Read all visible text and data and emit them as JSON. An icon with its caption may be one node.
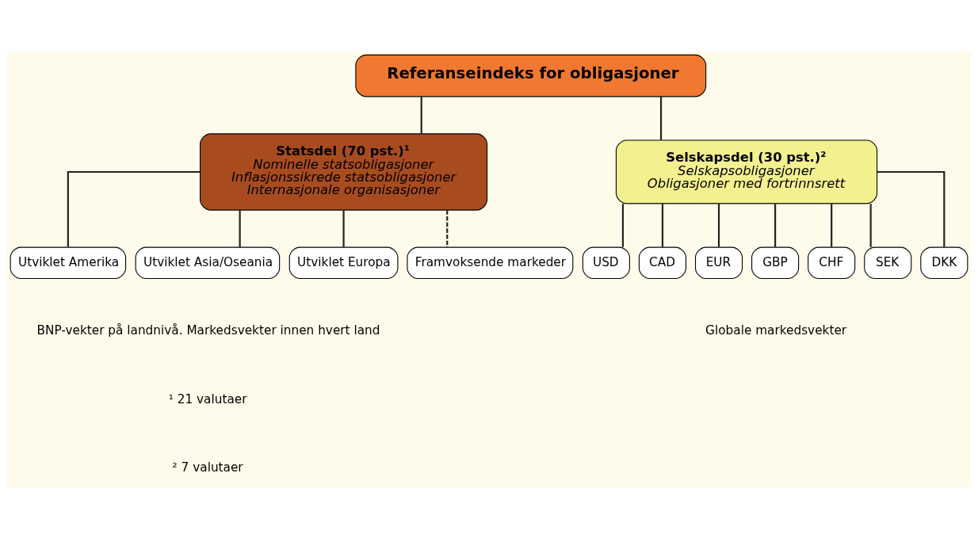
{
  "diagram": {
    "nodes": [
      {
        "text": [
          "Referanseindeks for obligasjoner"
        ]
      },
      {
        "text": [
          "Statsdel (70 pst.)¹",
          "Nominelle statsobligasjoner",
          "Inflasjonssikrede statsobligasjoner",
          "Internasjonale organisasjoner"
        ]
      },
      {
        "text": [
          "Selskapsdel (30 pst.)²",
          "Selskapsobligasjoner",
          "Obligasjoner med fortrinnsrett"
        ]
      },
      {
        "text": [
          "Utviklet Amerika"
        ]
      },
      {
        "text": [
          "Utviklet Asia/Oseania"
        ]
      },
      {
        "text": [
          "Utviklet Europa"
        ]
      },
      {
        "text": [
          "Framvoksende markeder"
        ]
      },
      {
        "text": [
          "USD"
        ]
      },
      {
        "text": [
          "CAD"
        ]
      },
      {
        "text": [
          "EUR"
        ]
      },
      {
        "text": [
          "GBP"
        ]
      },
      {
        "text": [
          "CHF"
        ]
      },
      {
        "text": [
          "SEK"
        ]
      },
      {
        "text": [
          "DKK"
        ]
      }
    ],
    "edges": [
      {
        "from": 0,
        "to": 1,
        "arrow": "none"
      },
      {
        "from": 0,
        "to": 2,
        "arrow": "none"
      },
      {
        "from": 1,
        "to": 3,
        "arrow": "none"
      },
      {
        "from": 1,
        "to": 4,
        "arrow": "none"
      },
      {
        "from": 1,
        "to": 5,
        "arrow": "none"
      },
      {
        "from": 1,
        "to": 6,
        "arrow": "none",
        "style": "dashed"
      },
      {
        "from": 2,
        "to": 7,
        "arrow": "none"
      },
      {
        "from": 2,
        "to": 8,
        "arrow": "none"
      },
      {
        "from": 2,
        "to": 9,
        "arrow": "none"
      },
      {
        "from": 2,
        "to": 10,
        "arrow": "none"
      },
      {
        "from": 2,
        "to": 11,
        "arrow": "none"
      },
      {
        "from": 2,
        "to": 12,
        "arrow": "none"
      },
      {
        "from": 2,
        "to": 13,
        "arrow": "none"
      }
    ],
    "labels": [
      "BNP-vekter på landnivå. Markedsvekter innen hvert land",
      "Globale markedsvekter",
      "¹ 21 valutaer",
      "² 7 valutaer"
    ]
  }
}
